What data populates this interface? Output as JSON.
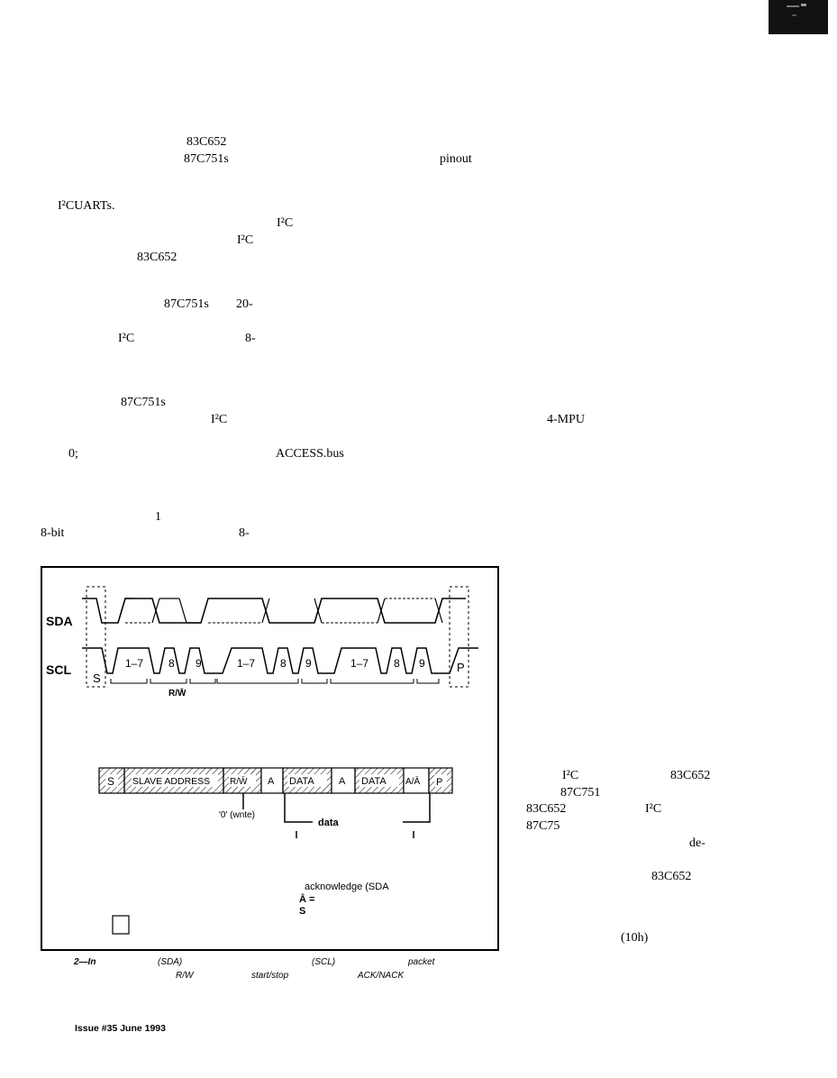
{
  "body_fragments": {
    "f1": "83C652",
    "f2": "87C751s",
    "f3": "pinout",
    "f4": "I²CUARTs.",
    "f5": "I²C",
    "f6": "I²C",
    "f7": "83C652",
    "f8": "87C751s",
    "f9": "20-",
    "f10": "I²C",
    "f11": "8-",
    "f12": "87C751s",
    "f13": "I²C",
    "f14": "4-MPU",
    "f15": "0;",
    "f16": "ACCESS.bus",
    "f17": "1",
    "f18": "8-bit",
    "f19": "8-"
  },
  "side_fragments": {
    "s1": "I²C",
    "s2": "83C652",
    "s3": "87C751",
    "s4": "83C652",
    "s5": "I²C",
    "s6": "87C75",
    "s7": "de-",
    "s8": "83C652",
    "s9": "(10h)"
  },
  "figure": {
    "sda_label": "SDA",
    "scl_label": "SCL",
    "start_label": "S",
    "stop_label": "P",
    "bits_a": "1–7",
    "bits_b": "8",
    "bits_c": "9",
    "rw_label": "R/W̄",
    "packet_cells": [
      "S",
      "SLAVE ADDRESS",
      "R/W̄",
      "A",
      "DATA",
      "A",
      "DATA",
      "A/Ā",
      "P"
    ],
    "write_note": "'0' (wnte)",
    "data_note": "data",
    "ack_note": "acknowledge (SDA",
    "abar_note": "Ā =",
    "s_note": "S"
  },
  "caption": {
    "num": "2—In",
    "sda": "(SDA)",
    "scl": "(SCL)",
    "packet": "packet",
    "rw": "R/W",
    "startstop": "start/stop",
    "acknack": "ACK/NACK"
  },
  "footer": {
    "issue": "Issue #35 June 1993"
  }
}
